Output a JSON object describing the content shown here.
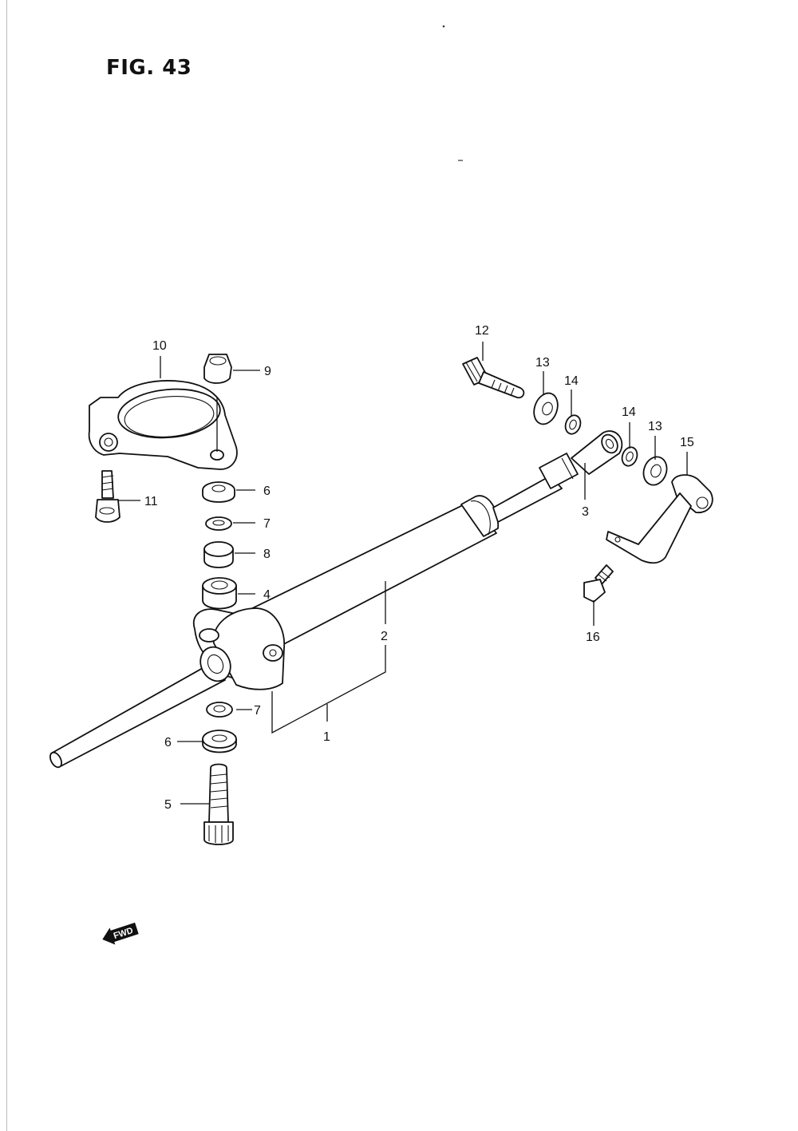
{
  "figure": {
    "title": "FIG. 43"
  },
  "callouts": {
    "p1": "1",
    "p2": "2",
    "p3": "3",
    "p4": "4",
    "p5": "5",
    "p6a": "6",
    "p6b": "6",
    "p7a": "7",
    "p7b": "7",
    "p8": "8",
    "p9": "9",
    "p10": "10",
    "p11": "11",
    "p12": "12",
    "p13a": "13",
    "p13b": "13",
    "p14a": "14",
    "p14b": "14",
    "p15": "15",
    "p16": "16"
  },
  "direction_marker": {
    "label": "FWD"
  }
}
